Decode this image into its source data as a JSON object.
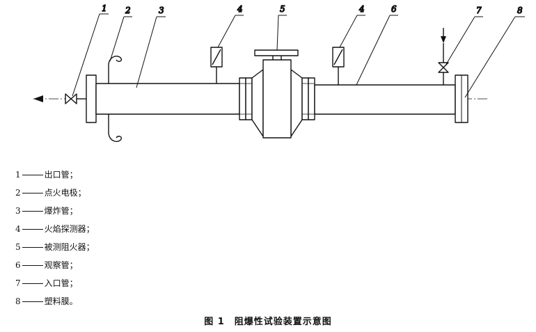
{
  "callouts": [
    "1",
    "2",
    "3",
    "4",
    "5",
    "4",
    "6",
    "7",
    "8"
  ],
  "legend": [
    {
      "num": "1",
      "text": "出口管；"
    },
    {
      "num": "2",
      "text": "点火电极；"
    },
    {
      "num": "3",
      "text": "爆炸管；"
    },
    {
      "num": "4",
      "text": "火焰探测器；"
    },
    {
      "num": "5",
      "text": "被测阻火器；"
    },
    {
      "num": "6",
      "text": "观察管；"
    },
    {
      "num": "7",
      "text": "入口管；"
    },
    {
      "num": "8",
      "text": "塑料膜。"
    }
  ],
  "caption": {
    "figure_number": "图 1",
    "title": "阻爆性试验装置示意图"
  }
}
